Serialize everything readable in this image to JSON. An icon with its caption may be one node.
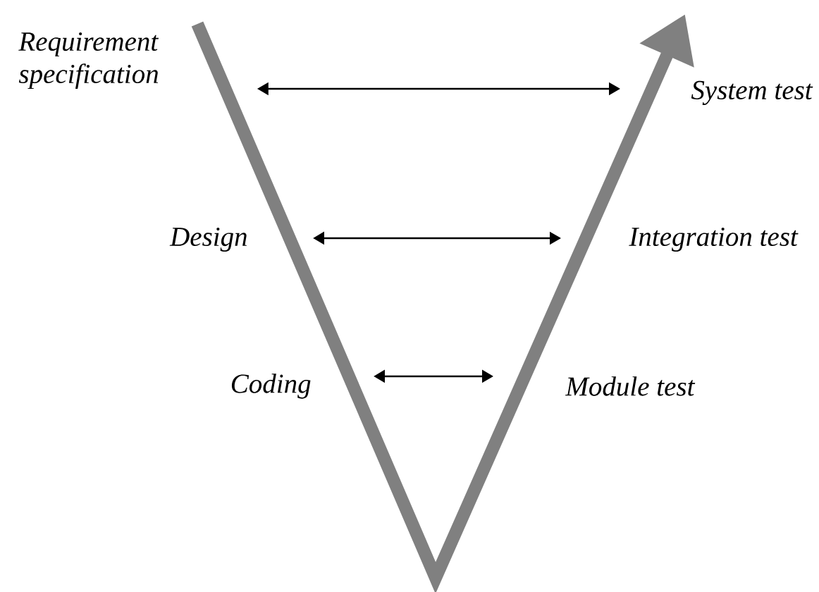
{
  "diagram": {
    "nodes": [
      {
        "text": [
          "Requirement specification"
        ]
      },
      {
        "text": [
          "System test"
        ]
      },
      {
        "text": [
          "Design"
        ]
      },
      {
        "text": [
          "Integration test"
        ]
      },
      {
        "text": [
          "Coding"
        ]
      },
      {
        "text": [
          "Module test"
        ]
      }
    ],
    "edges": [
      {
        "from": 0,
        "to": 1,
        "arrow": "both"
      },
      {
        "from": 2,
        "to": 3,
        "arrow": "both"
      },
      {
        "from": 4,
        "to": 5,
        "arrow": "both"
      }
    ]
  }
}
